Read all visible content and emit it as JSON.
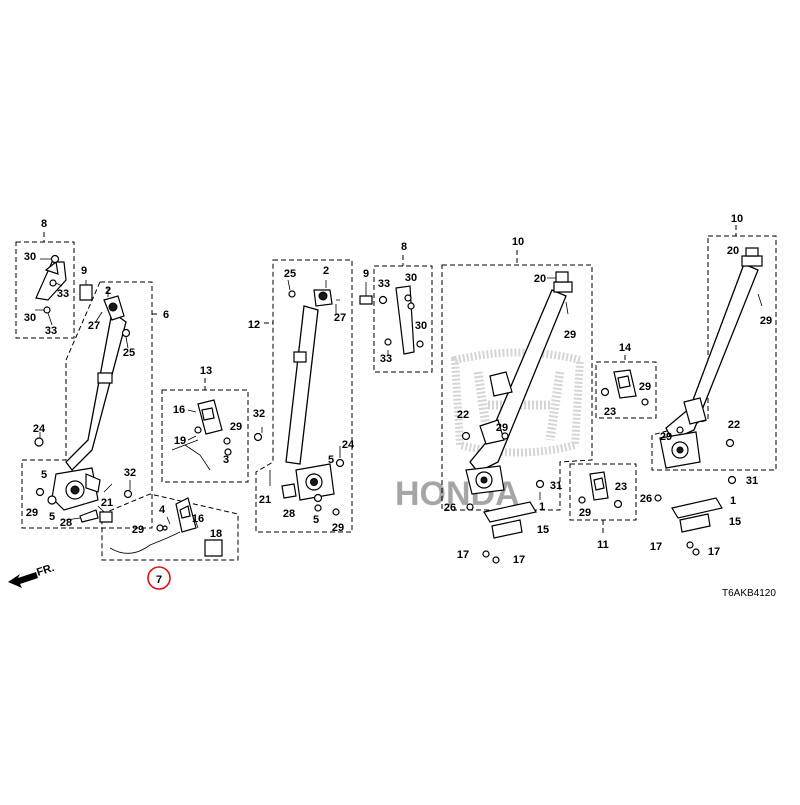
{
  "diagram": {
    "code": "T6AKB4120",
    "direction_label": "FR.",
    "watermark_text": "HONDA",
    "highlighted_callout": "7"
  },
  "callouts": [
    {
      "id": "c8a",
      "text": "8"
    },
    {
      "id": "c30a",
      "text": "30"
    },
    {
      "id": "c9a",
      "text": "9"
    },
    {
      "id": "c33a",
      "text": "33"
    },
    {
      "id": "c30b",
      "text": "30"
    },
    {
      "id": "c33b",
      "text": "33"
    },
    {
      "id": "c2a",
      "text": "2"
    },
    {
      "id": "c27a",
      "text": "27"
    },
    {
      "id": "c6",
      "text": "6"
    },
    {
      "id": "c25a",
      "text": "25"
    },
    {
      "id": "c24a",
      "text": "24"
    },
    {
      "id": "c32a",
      "text": "32"
    },
    {
      "id": "c5a",
      "text": "5"
    },
    {
      "id": "c29a",
      "text": "29"
    },
    {
      "id": "c5b",
      "text": "5"
    },
    {
      "id": "c21a",
      "text": "21"
    },
    {
      "id": "c28a",
      "text": "28"
    },
    {
      "id": "c13",
      "text": "13"
    },
    {
      "id": "c16a",
      "text": "16"
    },
    {
      "id": "c19",
      "text": "19"
    },
    {
      "id": "c29b",
      "text": "29"
    },
    {
      "id": "c3",
      "text": "3"
    },
    {
      "id": "c4",
      "text": "4"
    },
    {
      "id": "c29c",
      "text": "29"
    },
    {
      "id": "c16b",
      "text": "16"
    },
    {
      "id": "c18",
      "text": "18"
    },
    {
      "id": "c7",
      "text": "7"
    },
    {
      "id": "c25b",
      "text": "25"
    },
    {
      "id": "c2b",
      "text": "2"
    },
    {
      "id": "c12",
      "text": "12"
    },
    {
      "id": "c27b",
      "text": "27"
    },
    {
      "id": "c32b",
      "text": "32"
    },
    {
      "id": "c24b",
      "text": "24"
    },
    {
      "id": "c5c",
      "text": "5"
    },
    {
      "id": "c21b",
      "text": "21"
    },
    {
      "id": "c28b",
      "text": "28"
    },
    {
      "id": "c5d",
      "text": "5"
    },
    {
      "id": "c29d",
      "text": "29"
    },
    {
      "id": "c8b",
      "text": "8"
    },
    {
      "id": "c9b",
      "text": "9"
    },
    {
      "id": "c33c",
      "text": "33"
    },
    {
      "id": "c30c",
      "text": "30"
    },
    {
      "id": "c30d",
      "text": "30"
    },
    {
      "id": "c33d",
      "text": "33"
    },
    {
      "id": "c10a",
      "text": "10"
    },
    {
      "id": "c20a",
      "text": "20"
    },
    {
      "id": "c29e",
      "text": "29"
    },
    {
      "id": "c22a",
      "text": "22"
    },
    {
      "id": "c29f",
      "text": "29"
    },
    {
      "id": "c31a",
      "text": "31"
    },
    {
      "id": "c26a",
      "text": "26"
    },
    {
      "id": "c1a",
      "text": "1"
    },
    {
      "id": "c15a",
      "text": "15"
    },
    {
      "id": "c17a",
      "text": "17"
    },
    {
      "id": "c17b",
      "text": "17"
    },
    {
      "id": "c14",
      "text": "14"
    },
    {
      "id": "c29g",
      "text": "29"
    },
    {
      "id": "c23a",
      "text": "23"
    },
    {
      "id": "c23b",
      "text": "23"
    },
    {
      "id": "c29h",
      "text": "29"
    },
    {
      "id": "c11",
      "text": "11"
    },
    {
      "id": "c10b",
      "text": "10"
    },
    {
      "id": "c20b",
      "text": "20"
    },
    {
      "id": "c29i",
      "text": "29"
    },
    {
      "id": "c29j",
      "text": "29"
    },
    {
      "id": "c22b",
      "text": "22"
    },
    {
      "id": "c31b",
      "text": "31"
    },
    {
      "id": "c26b",
      "text": "26"
    },
    {
      "id": "c1b",
      "text": "1"
    },
    {
      "id": "c15b",
      "text": "15"
    },
    {
      "id": "c17c",
      "text": "17"
    },
    {
      "id": "c17d",
      "text": "17"
    }
  ]
}
